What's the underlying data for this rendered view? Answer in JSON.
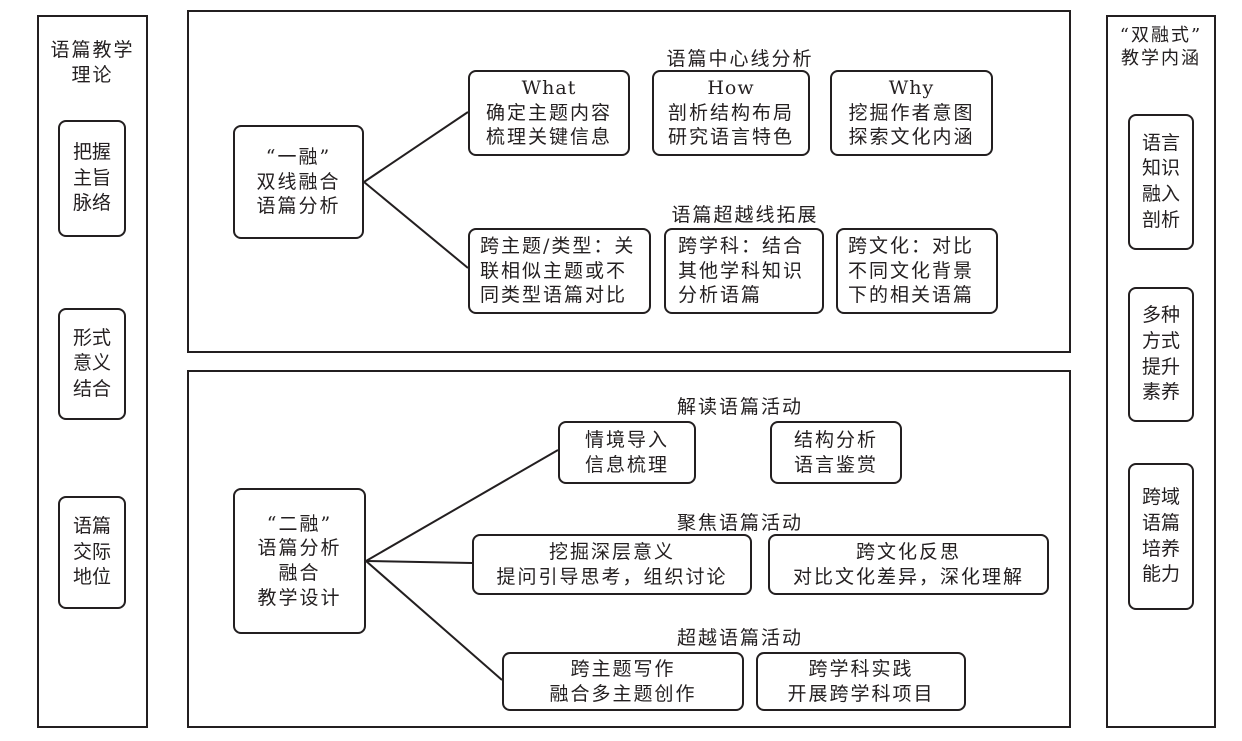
{
  "left_panel": {
    "title": [
      "语篇教学",
      "理论"
    ],
    "nodes": [
      [
        "把握",
        "主旨",
        "脉络"
      ],
      [
        "形式",
        "意义",
        "结合"
      ],
      [
        "语篇",
        "交际",
        "地位"
      ]
    ]
  },
  "right_panel": {
    "title": [
      "“双融式”",
      "教学内涵"
    ],
    "nodes": [
      [
        "语言",
        "知识",
        "融入",
        "剖析"
      ],
      [
        "多种",
        "方式",
        "提升",
        "素养"
      ],
      [
        "跨域",
        "语篇",
        "培养",
        "能力"
      ]
    ]
  },
  "top_section": {
    "root": [
      "“一融”",
      "双线融合",
      "语篇分析"
    ],
    "heading_center": "语篇中心线分析",
    "center_boxes": [
      [
        "What",
        "确定主题内容",
        "梳理关键信息"
      ],
      [
        "How",
        "剖析结构布局",
        "研究语言特色"
      ],
      [
        "Why",
        "挖掘作者意图",
        "探索文化内涵"
      ]
    ],
    "heading_beyond": "语篇超越线拓展",
    "beyond_boxes": [
      [
        "跨主题/类型：关",
        "联相似主题或不",
        "同类型语篇对比"
      ],
      [
        "跨学科：结合",
        "其他学科知识",
        "分析语篇"
      ],
      [
        "跨文化：对比",
        "不同文化背景",
        "下的相关语篇"
      ]
    ]
  },
  "bottom_section": {
    "root": [
      "“二融”",
      "语篇分析",
      "融合",
      "教学设计"
    ],
    "groups": [
      {
        "heading": "解读语篇活动",
        "boxes": [
          [
            "情境导入",
            "信息梳理"
          ],
          [
            "结构分析",
            "语言鉴赏"
          ]
        ]
      },
      {
        "heading": "聚焦语篇活动",
        "boxes": [
          [
            "挖掘深层意义",
            "提问引导思考，组织讨论"
          ],
          [
            "跨文化反思",
            "对比文化差异，深化理解"
          ]
        ]
      },
      {
        "heading": "超越语篇活动",
        "boxes": [
          [
            "跨主题写作",
            "融合多主题创作"
          ],
          [
            "跨学科实践",
            "开展跨学科项目"
          ]
        ]
      }
    ]
  }
}
